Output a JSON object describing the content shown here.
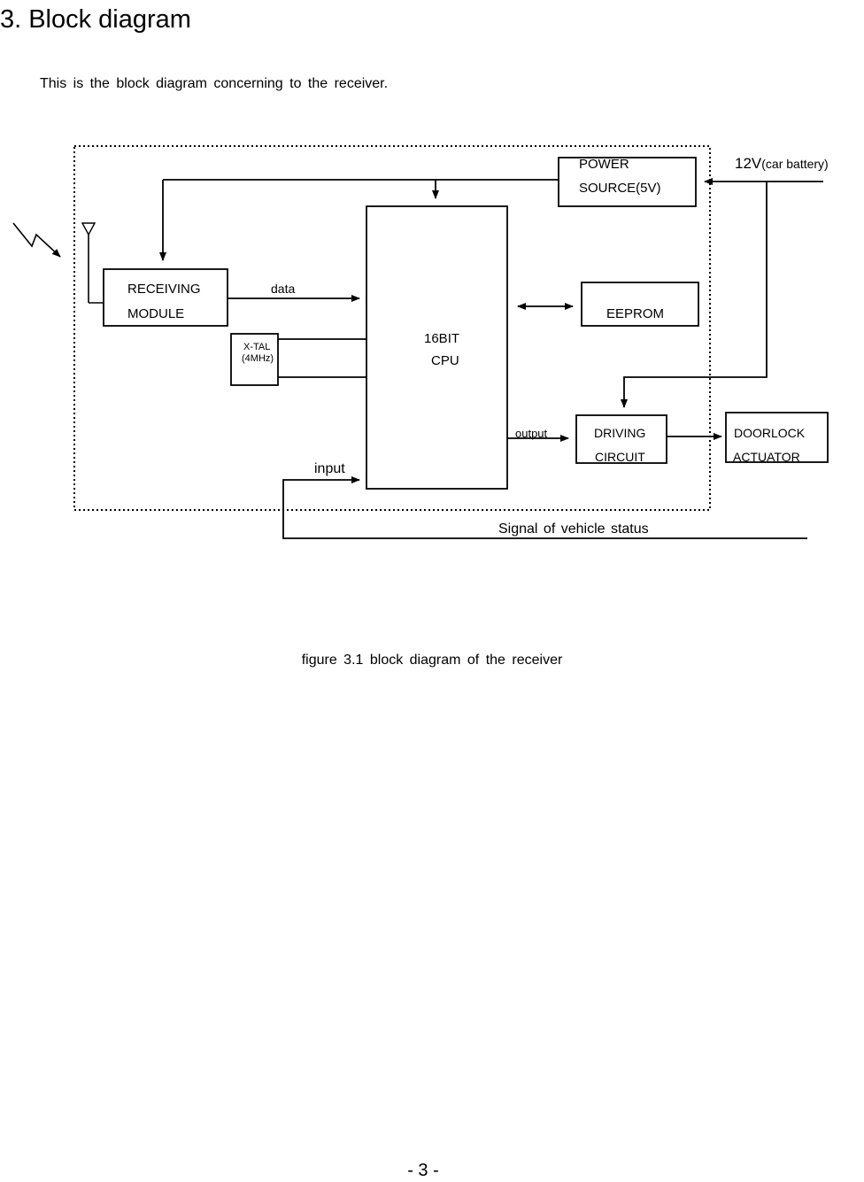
{
  "section": {
    "number": "3.",
    "title": "Block diagram",
    "intro": "This is  the block diagram concerning to the receiver."
  },
  "diagram": {
    "power_source": [
      "POWER",
      "SOURCE(5V)"
    ],
    "supply_label": "12V",
    "supply_sub": "(car battery)",
    "receiving_module": [
      "RECEIVING",
      "MODULE"
    ],
    "data_label": "data",
    "xtal": [
      "X-TAL",
      "(4MHz)"
    ],
    "cpu": [
      "16BIT",
      "CPU"
    ],
    "eeprom": "EEPROM",
    "output_label": "output",
    "input_label": "input",
    "driving_circuit": [
      "DRIVING",
      "CIRCUIT"
    ],
    "doorlock_actuator": [
      "DOORLOCK",
      "ACTUATOR"
    ],
    "signal_label": "Signal of vehicle status"
  },
  "caption": "figure 3.1  block diagram of the receiver",
  "page_number": "- 3 -"
}
